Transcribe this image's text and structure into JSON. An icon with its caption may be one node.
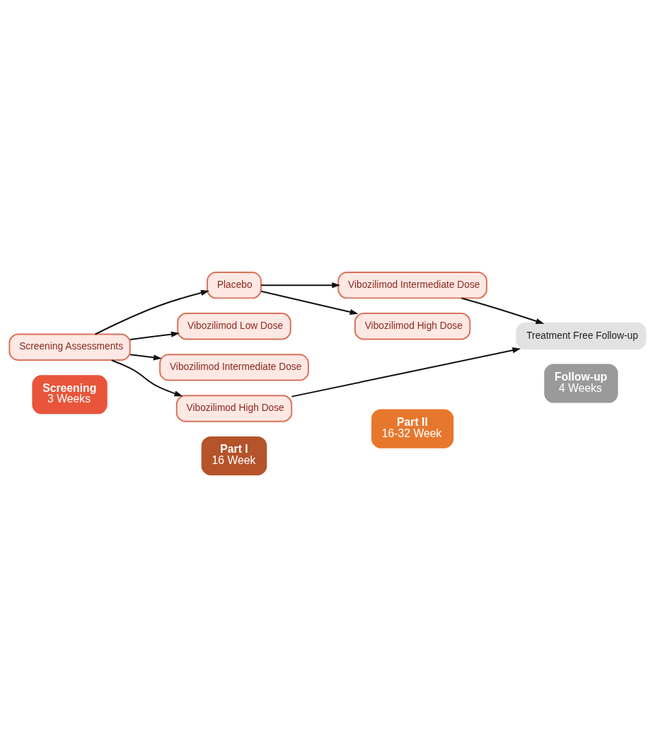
{
  "diagram": {
    "nodes": [
      {
        "text": [
          "Screening",
          "3 Weeks"
        ]
      },
      {
        "text": [
          "Part I",
          "16 Week"
        ]
      },
      {
        "text": [
          "Part II",
          "16-32 Week"
        ]
      },
      {
        "text": [
          "Follow-up",
          "4 Weeks"
        ]
      },
      {
        "text": [
          "Screening Assessments"
        ]
      },
      {
        "text": [
          "Placebo"
        ]
      },
      {
        "text": [
          "Vibozilimod Low Dose"
        ]
      },
      {
        "text": [
          "Vibozilimod Intermediate Dose"
        ]
      },
      {
        "text": [
          "Vibozilimod High Dose"
        ]
      },
      {
        "text": [
          "Vibozilimod Intermediate Dose"
        ]
      },
      {
        "text": [
          "Vibozilimod High Dose"
        ]
      },
      {
        "text": [
          "Treatment Free Follow-up"
        ]
      }
    ],
    "edges": [
      {
        "from": 4,
        "to": 5,
        "arrow": "to"
      },
      {
        "from": 4,
        "to": 6,
        "arrow": "to"
      },
      {
        "from": 4,
        "to": 7,
        "arrow": "to"
      },
      {
        "from": 4,
        "to": 8,
        "arrow": "to"
      },
      {
        "from": 5,
        "to": 9,
        "arrow": "to"
      },
      {
        "from": 5,
        "to": 10,
        "arrow": "to"
      },
      {
        "from": 9,
        "to": 11,
        "arrow": "to"
      },
      {
        "from": 8,
        "to": 11,
        "arrow": "to"
      }
    ]
  }
}
